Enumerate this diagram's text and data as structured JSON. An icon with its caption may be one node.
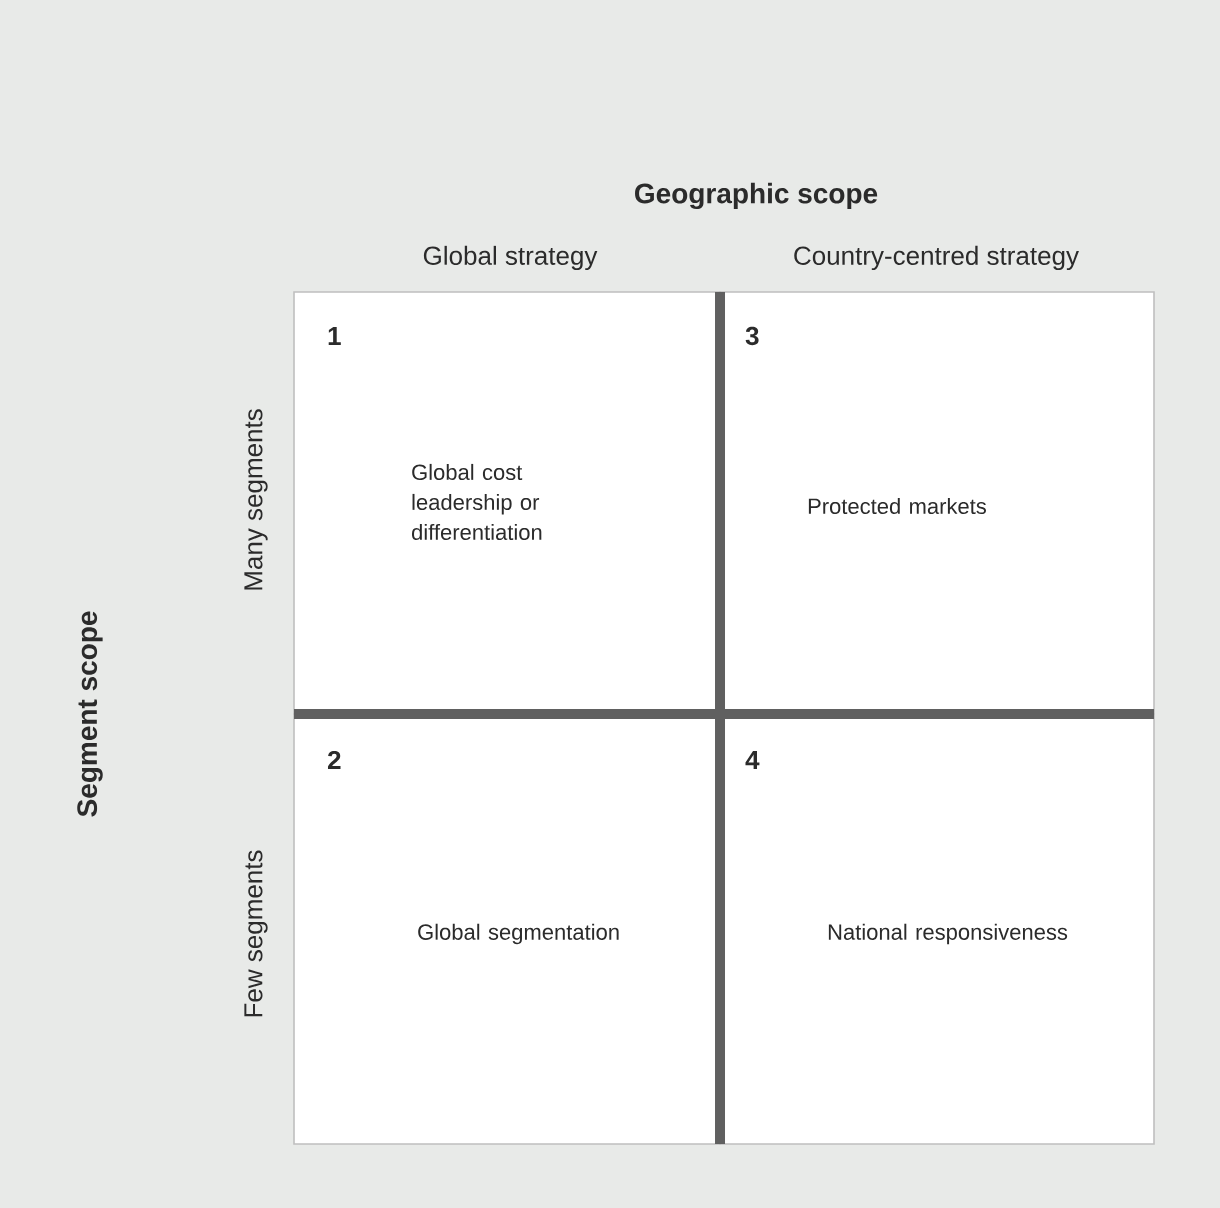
{
  "diagram": {
    "nodes": [
      {
        "text": [
          "1",
          "Global cost leadership or differentiation"
        ]
      },
      {
        "text": [
          "3",
          "Protected markets"
        ]
      },
      {
        "text": [
          "2",
          "Global segmentation"
        ]
      },
      {
        "text": [
          "4",
          "National responsiveness"
        ]
      }
    ],
    "labels": [
      "Geographic scope",
      "Global strategy",
      "Country-centred strategy",
      "Segment scope",
      "Many segments",
      "Few segments"
    ]
  }
}
